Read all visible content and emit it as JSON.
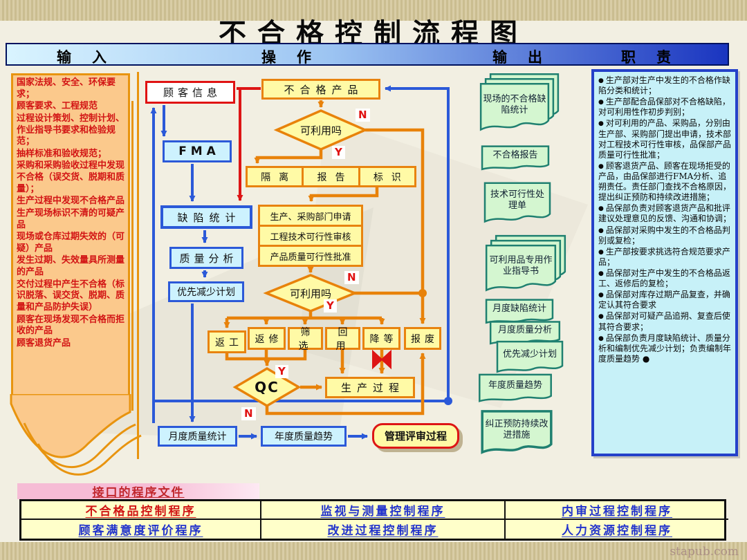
{
  "title": "不合格控制流程图",
  "header": {
    "columns": [
      "输入",
      "操作",
      "输出",
      "职责"
    ]
  },
  "inputs": {
    "items": [
      "国家法规、安全、环保要求；",
      "顾客要求、工程规范",
      "过程设计策划、控制计划、作业指导书要求和检验规范；",
      "抽样标准和验收规范；",
      "采购和采购验收过程中发现不合格（误交货、脱期和质量）；",
      "生产过程中发现不合格产品",
      "生产现场标识不清的可疑产品",
      "现场或仓库过期失效的（可疑）产品",
      "发生过期、失效量具所测量的产品",
      "交付过程中产生不合格（标识脱落、误交货、脱期、质量和产品防护失误）",
      "顾客在现场发现不合格而拒收的产品",
      "顾客退货产品"
    ]
  },
  "flow": {
    "customer_info": "顾客信息",
    "nonconforming_product": "不合格产品",
    "usable_question": "可利用吗",
    "fma": "F M A",
    "isolate": "隔离",
    "report": "报告",
    "identify": "标识",
    "defect_stats": "缺陷统计",
    "dept_apply": "生产、采购部门申请",
    "tech_review": "工程技术可行性审核",
    "quality_approval": "产品质量可行性批准",
    "quality_analysis": "质量分析",
    "priority_plan": "优先减少计划",
    "rework": "返工",
    "repair": "返修",
    "sort": "筛选",
    "reuse": "回用",
    "downgrade": "降等",
    "scrap": "报废",
    "qc": "QC",
    "production_process": "生产过程",
    "monthly_stats": "月度质量统计",
    "annual_trend": "年度质量趋势",
    "mgmt_review": "管理评审过程",
    "yes": "Y",
    "no": "N"
  },
  "outputs": {
    "docs": [
      "现场的不合格缺陷统计",
      "不合格报告",
      "技术可行性处理单",
      "可利用品专用作业指导书",
      "月度缺陷统计",
      "月度质量分析",
      "优先减少计划",
      "年度质量趋势",
      "纠正预防持续改进措施"
    ]
  },
  "duties": {
    "items": [
      "生产部对生产中发生的不合格作缺陷分类和统计；",
      "生产部配合品保部对不合格缺陷，对可利用性作初步判别；",
      "对可利用的产品、采购品，分别由生产部、采购部门提出申请，技术部对工程技术可行性审核，品保部产品质量可行性批准；",
      "顾客退货产品、顾客在现场拒受的产品，由品保部进行FMA分析、追朔责任。责任部门查找不合格原因，提出纠正预防和持续改进措施；",
      "品保部负责对顾客退货产品和批评建议处理意见的反馈、沟通和协调；",
      "品保部对采购中发生的不合格品判别或复检；",
      "生产部按要求挑选符合规范要求产品；",
      "品保部对生产中发生的不合格品返工、返修后的复检；",
      "品保部对库存过期产品复查，并确定认其符合要求",
      "品保部对可疑产品追朔、复查后使其符合要求；",
      "品保部负责月度缺陷统计、质量分析和编制优先减少计划；负责编制年度质量趋势 ●"
    ]
  },
  "footer": {
    "bar_title": "接口的程序文件",
    "table": [
      [
        "不合格品控制程序",
        "监视与测量控制程序",
        "内审过程控制程序"
      ],
      [
        "顾客满意度评价程序",
        "改进过程控制程序",
        "人力资源控制程序"
      ]
    ]
  },
  "watermark": "stapub.com"
}
